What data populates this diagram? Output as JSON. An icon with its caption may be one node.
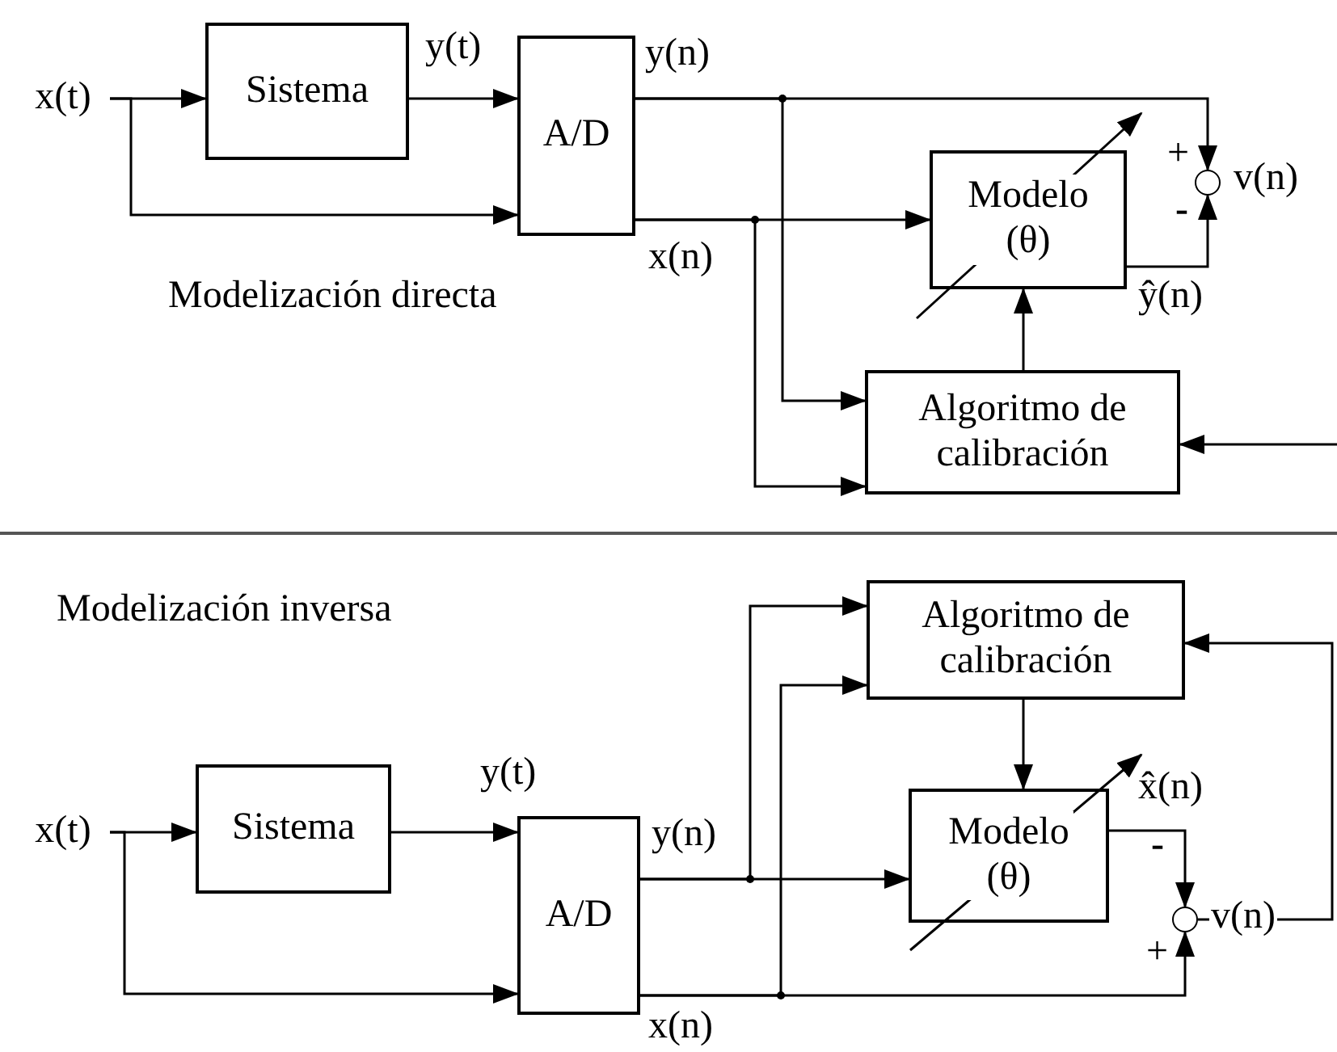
{
  "diagram": {
    "nodes": [
      {
        "text": [
          "x(t)"
        ]
      },
      {
        "text": [
          "Sistema"
        ]
      },
      {
        "text": [
          "A/D"
        ]
      },
      {
        "text": [
          "Modelo (θ)"
        ]
      },
      {
        "text": [],
        "shape": "circle",
        "beside": [
          "v(n)"
        ]
      },
      {
        "text": [
          "Algoritmo de calibración"
        ]
      },
      {
        "text": [
          "x(t)"
        ]
      },
      {
        "text": [
          "Sistema"
        ]
      },
      {
        "text": [
          "A/D"
        ]
      },
      {
        "text": [
          "Algoritmo de calibración"
        ]
      },
      {
        "text": [
          "Modelo (θ)"
        ]
      },
      {
        "text": [],
        "shape": "circle"
      }
    ],
    "edges": [
      {
        "from": 0,
        "to": 1,
        "arrow": "to"
      },
      {
        "from": 0,
        "to": 2,
        "arrow": "to"
      },
      {
        "from": 1,
        "to": 2,
        "arrow": "to",
        "label": "y(t)"
      },
      {
        "from": 2,
        "to": 4,
        "arrow": "to",
        "label": "y(n)"
      },
      {
        "from": 2,
        "to": 5,
        "arrow": "to"
      },
      {
        "from": 2,
        "to": 3,
        "arrow": "to",
        "label": "x(n)"
      },
      {
        "from": 2,
        "to": 5,
        "arrow": "to"
      },
      {
        "from": 3,
        "to": 4,
        "arrow": "to",
        "label": "ŷ(n)"
      },
      {
        "from": 5,
        "to": 3,
        "arrow": "to"
      },
      {
        "from": null,
        "to": 5,
        "arrow": "to"
      },
      {
        "from": 6,
        "to": 7,
        "arrow": "to"
      },
      {
        "from": 6,
        "to": 8,
        "arrow": "to"
      },
      {
        "from": 7,
        "to": 8,
        "arrow": "to",
        "label": "y(t)"
      },
      {
        "from": 8,
        "to": 10,
        "arrow": "to",
        "label": "y(n)"
      },
      {
        "from": 8,
        "to": 9,
        "arrow": "to"
      },
      {
        "from": 8,
        "to": 11,
        "arrow": "to",
        "label": "x(n)"
      },
      {
        "from": 8,
        "to": 9,
        "arrow": "to"
      },
      {
        "from": 9,
        "to": 10,
        "arrow": "to"
      },
      {
        "from": 10,
        "to": 11,
        "arrow": "to",
        "label": "x̂(n)"
      },
      {
        "from": 11,
        "to": 9,
        "arrow": "to",
        "label": "v(n)"
      }
    ],
    "labels": [
      "+",
      "-",
      "Modelización directa",
      "Modelización inversa",
      "-",
      "+"
    ]
  }
}
